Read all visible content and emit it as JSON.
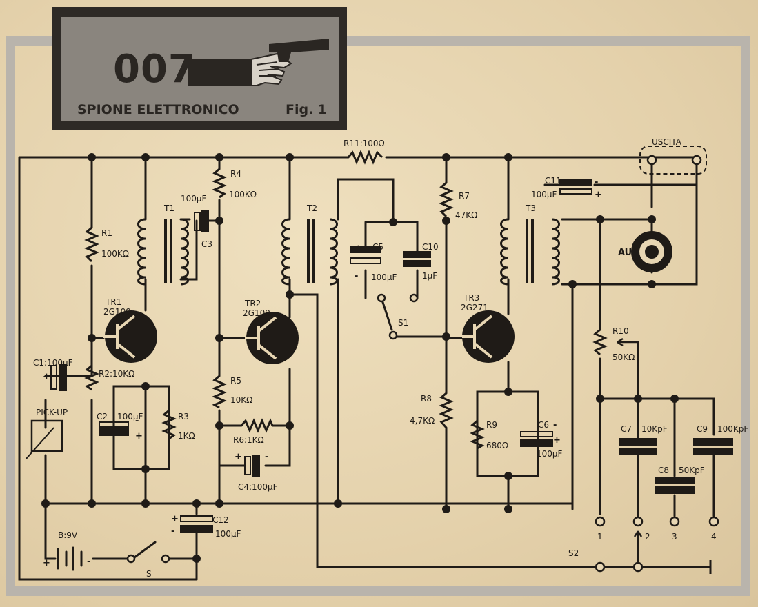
{
  "header": {
    "number": "007",
    "subtitle": "SPIONE ELETTRONICO",
    "figure": "Fig. 1"
  },
  "labels": {
    "uscita": "USCITA",
    "r11": "R11:100Ω",
    "r4": "R4",
    "r4_val": "100KΩ",
    "c3_val": "100µF",
    "c3": "C3",
    "t1": "T1",
    "t2": "T2",
    "t3": "T3",
    "r7": "R7",
    "r7_val": "47KΩ",
    "c11": "C11",
    "c11_val": "100µF",
    "r1": "R1",
    "r1_val": "100KΩ",
    "c5": "C5",
    "c5_val": "100µF",
    "c10": "C10",
    "c10_val": "1µF",
    "au": "AU",
    "tr1": "TR1",
    "tr1_type": "2G109",
    "tr2": "TR2",
    "tr2_type": "2G109",
    "tr3": "TR3",
    "tr3_type": "2G271",
    "s1": "S1",
    "r10": "R10",
    "r10_val": "50KΩ",
    "c1": "C1:100µF",
    "r2": "R2:10KΩ",
    "pickup": "PICK-UP",
    "c2": "C2",
    "c2_val": "100µF",
    "r3": "R3",
    "r3_val": "1KΩ",
    "r5": "R5",
    "r5_val": "10KΩ",
    "r6": "R6:1KΩ",
    "c4": "C4:100µF",
    "r8": "R8",
    "r8_val": "4,7KΩ",
    "r9": "R9",
    "r9_val": "680Ω",
    "c6": "C6",
    "c6_val": "100µF",
    "c7": "C7",
    "c7_val": "10KpF",
    "c8": "C8",
    "c8_val": "50KpF",
    "c9": "C9",
    "c9_val": "100KpF",
    "c12": "C12",
    "c12_val": "100µF",
    "battery": "B:9V",
    "s": "S",
    "s2": "S2",
    "pos1": "1",
    "pos2": "2",
    "pos3": "3",
    "pos4": "4",
    "plus": "+",
    "minus": "-"
  }
}
